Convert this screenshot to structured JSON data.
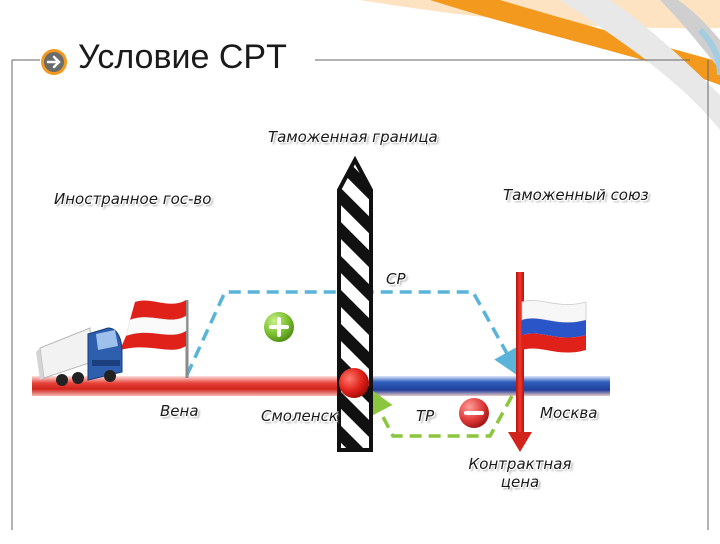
{
  "slide": {
    "title": "Условие CPT"
  },
  "diagram": {
    "customs_border_label": "Таможенная граница",
    "foreign_state_label": "Иностранное гос-во",
    "customs_union_label": "Таможенный союз",
    "sr_label": "СР",
    "tr_label": "ТР",
    "vienna_label": "Вена",
    "smolensk_label": "Смоленск",
    "moscow_label": "Москва",
    "contract_price_line1": "Контрактная",
    "contract_price_line2": "цена"
  },
  "colors": {
    "accent_orange": "#f39a1e",
    "road_red": "#e6453c",
    "road_blue": "#2f5fbf",
    "dashed_blue": "#5ab3d9",
    "dashed_green": "#8cc63f",
    "marker_red": "#e0211a",
    "plus_green": "#7bbf2e",
    "minus_red": "#e03a3a"
  },
  "icons": [
    "arrow-bullet-icon",
    "truck-icon",
    "austria-flag-icon",
    "russia-flag-icon",
    "plus-icon",
    "minus-icon",
    "barrier-post-icon"
  ]
}
